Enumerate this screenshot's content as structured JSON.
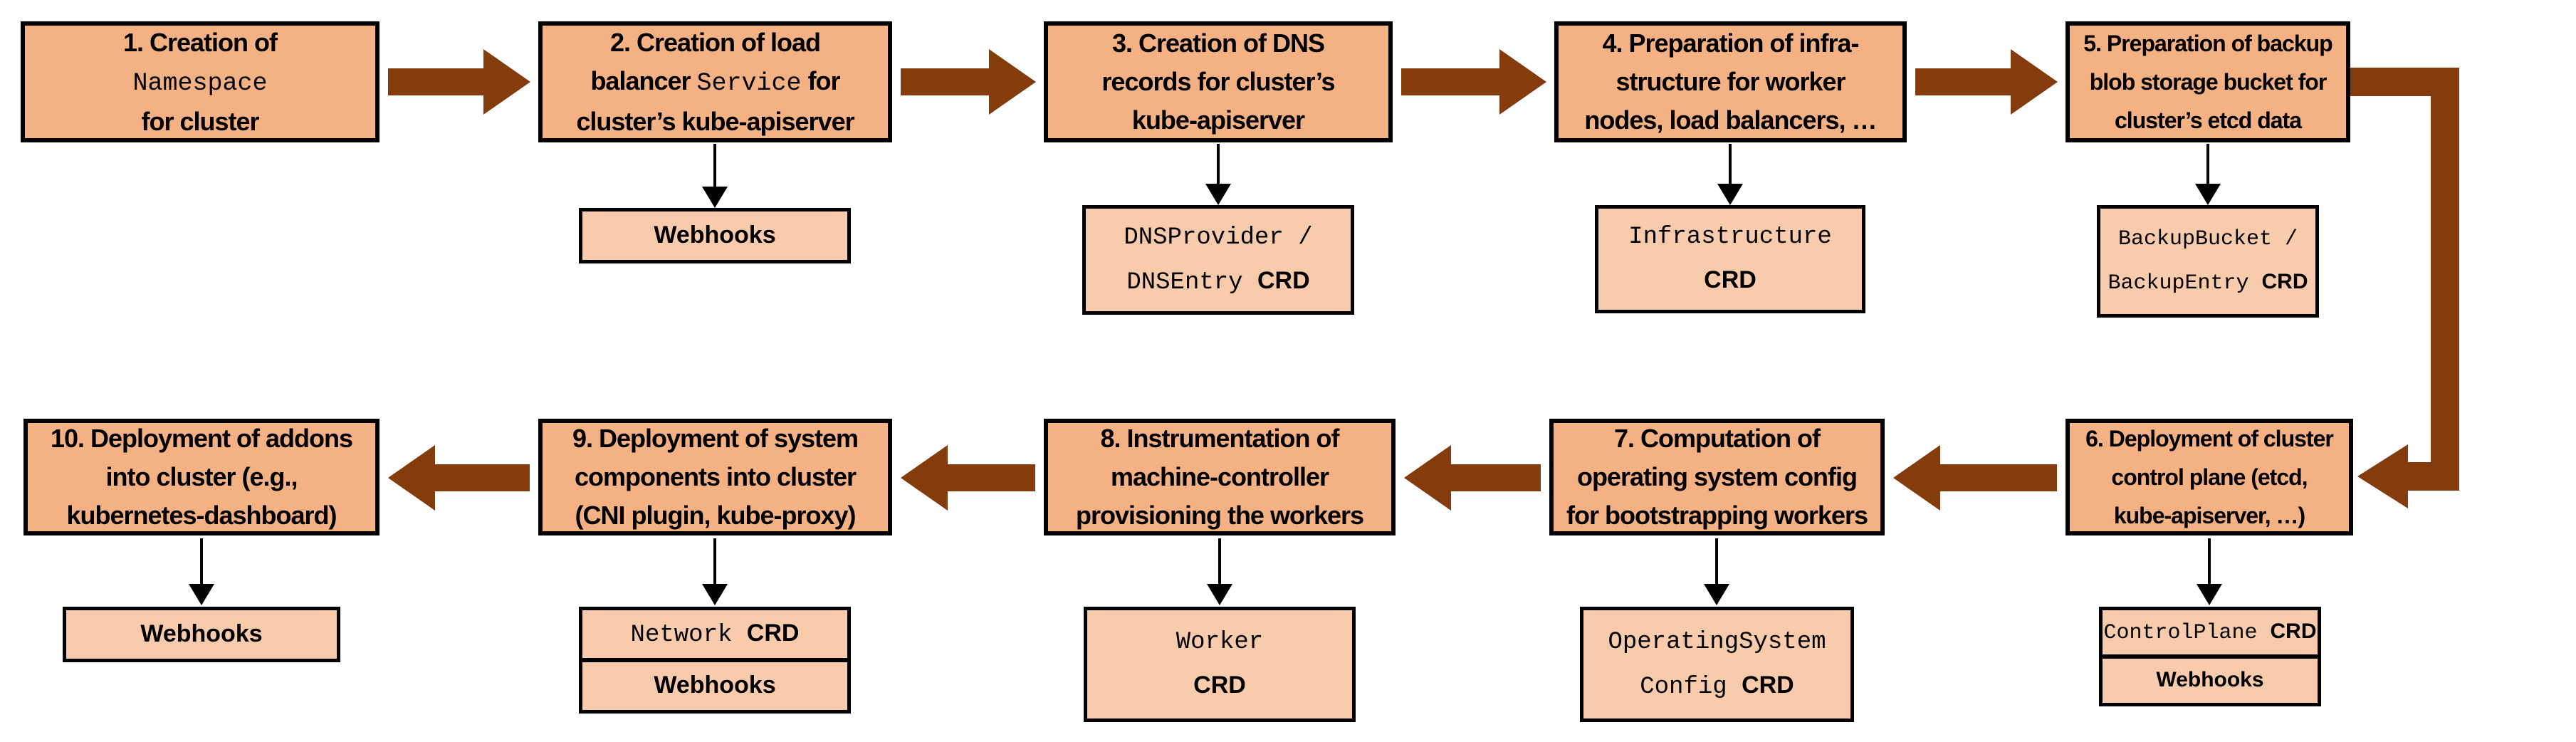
{
  "colors": {
    "box_fill": "#F4B183",
    "sub_fill": "#F8CBAD",
    "arrow": "#843C0C",
    "border": "#000000",
    "background": "#FFFFFF",
    "text": "#000000"
  },
  "steps": [
    {
      "n": 1,
      "lines": [
        [
          {
            "t": "1. Creation of",
            "b": 1
          }
        ],
        [
          {
            "t": "Namespace",
            "m": 1
          }
        ],
        [
          {
            "t": "for cluster",
            "b": 1
          }
        ]
      ]
    },
    {
      "n": 2,
      "lines": [
        [
          {
            "t": "2. Creation of load",
            "b": 1
          }
        ],
        [
          {
            "t": "balancer ",
            "b": 1
          },
          {
            "t": "Service",
            "m": 1
          },
          {
            "t": " for",
            "b": 1
          }
        ],
        [
          {
            "t": "cluster’s kube-apiserver",
            "b": 1
          }
        ]
      ],
      "sub": {
        "lines": [
          [
            {
              "t": "Webhooks",
              "b": 1
            }
          ]
        ]
      }
    },
    {
      "n": 3,
      "lines": [
        [
          {
            "t": "3. Creation of DNS",
            "b": 1
          }
        ],
        [
          {
            "t": "records for cluster’s",
            "b": 1
          }
        ],
        [
          {
            "t": "kube-apiserver",
            "b": 1
          }
        ]
      ],
      "sub": {
        "lines": [
          [
            {
              "t": "DNSProvider /",
              "m": 1
            }
          ],
          [
            {
              "t": "DNSEntry ",
              "m": 1
            },
            {
              "t": "CRD",
              "b": 1
            }
          ]
        ]
      }
    },
    {
      "n": 4,
      "lines": [
        [
          {
            "t": "4. Preparation of infra-",
            "b": 1
          }
        ],
        [
          {
            "t": "structure for worker",
            "b": 1
          }
        ],
        [
          {
            "t": "nodes, load balancers, …",
            "b": 1
          }
        ]
      ],
      "sub": {
        "lines": [
          [
            {
              "t": "Infrastructure",
              "m": 1
            }
          ],
          [
            {
              "t": "CRD",
              "b": 1
            }
          ]
        ]
      }
    },
    {
      "n": 5,
      "lines": [
        [
          {
            "t": "5. Preparation of backup",
            "b": 1
          }
        ],
        [
          {
            "t": "blob storage bucket for",
            "b": 1
          }
        ],
        [
          {
            "t": "cluster’s etcd data",
            "b": 1
          }
        ]
      ],
      "sub": {
        "lines": [
          [
            {
              "t": "BackupBucket /",
              "m": 1
            }
          ],
          [
            {
              "t": "BackupEntry ",
              "m": 1
            },
            {
              "t": "CRD",
              "b": 1
            }
          ]
        ]
      }
    },
    {
      "n": 6,
      "lines": [
        [
          {
            "t": "6. Deployment of cluster",
            "b": 1
          }
        ],
        [
          {
            "t": "control plane (etcd,",
            "b": 1
          }
        ],
        [
          {
            "t": "kube-apiserver, …)",
            "b": 1
          }
        ]
      ],
      "sub": {
        "rows": [
          [
            [
              {
                "t": "ControlPlane ",
                "m": 1
              },
              {
                "t": "CRD",
                "b": 1
              }
            ]
          ],
          [
            [
              {
                "t": "Webhooks",
                "b": 1
              }
            ]
          ]
        ]
      }
    },
    {
      "n": 7,
      "lines": [
        [
          {
            "t": "7. Computation of",
            "b": 1
          }
        ],
        [
          {
            "t": "operating system config",
            "b": 1
          }
        ],
        [
          {
            "t": "for bootstrapping workers",
            "b": 1
          }
        ]
      ],
      "sub": {
        "lines": [
          [
            {
              "t": "OperatingSystem",
              "m": 1
            }
          ],
          [
            {
              "t": "Config ",
              "m": 1
            },
            {
              "t": "CRD",
              "b": 1
            }
          ]
        ]
      }
    },
    {
      "n": 8,
      "lines": [
        [
          {
            "t": "8. Instrumentation of",
            "b": 1
          }
        ],
        [
          {
            "t": "machine-controller",
            "b": 1
          }
        ],
        [
          {
            "t": "provisioning the workers",
            "b": 1
          }
        ]
      ],
      "sub": {
        "lines": [
          [
            {
              "t": "Worker",
              "m": 1
            }
          ],
          [
            {
              "t": "CRD",
              "b": 1
            }
          ]
        ]
      }
    },
    {
      "n": 9,
      "lines": [
        [
          {
            "t": "9. Deployment of system",
            "b": 1
          }
        ],
        [
          {
            "t": "components into cluster",
            "b": 1
          }
        ],
        [
          {
            "t": "(CNI plugin, kube-proxy)",
            "b": 1
          }
        ]
      ],
      "sub": {
        "rows": [
          [
            [
              {
                "t": "Network ",
                "m": 1
              },
              {
                "t": "CRD",
                "b": 1
              }
            ]
          ],
          [
            [
              {
                "t": "Webhooks",
                "b": 1
              }
            ]
          ]
        ]
      }
    },
    {
      "n": 10,
      "lines": [
        [
          {
            "t": "10. Deployment of addons",
            "b": 1
          }
        ],
        [
          {
            "t": "into cluster (e.g.,",
            "b": 1
          }
        ],
        [
          {
            "t": "kubernetes-dashboard)",
            "b": 1
          }
        ]
      ],
      "sub": {
        "lines": [
          [
            {
              "t": "Webhooks",
              "b": 1
            }
          ]
        ]
      }
    }
  ]
}
